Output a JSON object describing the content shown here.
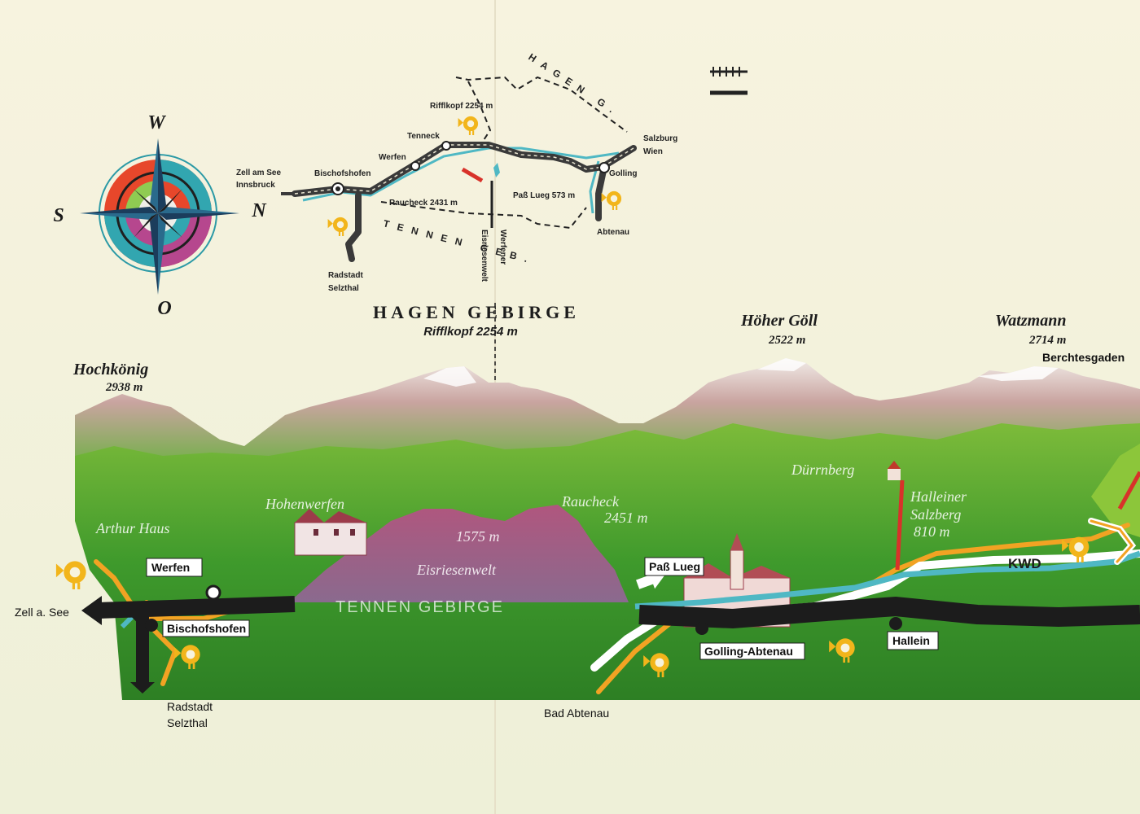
{
  "compass": {
    "top": "W",
    "left": "S",
    "right": "N",
    "bottom": "O"
  },
  "inset_map": {
    "range_label_top": "HAGEN G.",
    "range_label_bottom": "TENNEN GEB.",
    "places": {
      "rifflkopf": "Rifflkopf 2254 m",
      "tenneck": "Tenneck",
      "werfen": "Werfen",
      "bischofshofen": "Bischofshofen",
      "zell_am_see": "Zell am See",
      "innsbruck": "Innsbruck",
      "raucheck": "Raucheck 2431 m",
      "radstadt": "Radstadt",
      "selzthal": "Selzthal",
      "salzburg": "Salzburg",
      "wien": "Wien",
      "golling": "Golling",
      "pass_lueg": "Paß Lueg 573 m",
      "abtenau": "Abtenau",
      "eisriesenwelt_v": "Eisriesenwelt",
      "werfener_v": "Werfener"
    },
    "legend": {
      "railway_icon": "railway-line-icon",
      "road_icon": "road-line-icon"
    }
  },
  "panorama": {
    "range_title": "HAGEN GEBIRGE",
    "range_peak": "Rifflkopf 2254 m",
    "peaks": [
      {
        "name": "Hochkönig",
        "height": "2938 m"
      },
      {
        "name": "Höher Göll",
        "height": "2522 m"
      },
      {
        "name": "Watzmann",
        "height": "2714 m"
      }
    ],
    "berchtesgaden": "Berchtesgaden",
    "painted": {
      "hohenwerfen": "Hohenwerfen",
      "arthur_haus": "Arthur Haus",
      "raucheck": "Raucheck",
      "raucheck_h": "2451 m",
      "eisriesenwelt": "Eisriesenwelt",
      "eis_height": "1575 m",
      "tennengebirge": "TENNEN GEBIRGE",
      "duerrnberg": "Dürrnberg",
      "salzberg_1": "Halleiner",
      "salzberg_2": "Salzberg",
      "salzberg_3": "810 m"
    },
    "stations": {
      "werfen": "Werfen",
      "bischofshofen": "Bischofshofen",
      "pass_lueg": "Paß Lueg",
      "golling": "Golling-Abtenau",
      "hallein": "Hallein"
    },
    "kwd": "KWD",
    "zell": "Zell a. See",
    "radstadt": "Radstadt",
    "selzthal": "Selzthal",
    "bad_abtenau": "Bad Abtenau"
  },
  "colors": {
    "paper": "#f7f3df",
    "meadow": "#3f9a2c",
    "meadow_light": "#8cc63a",
    "rock": "#b07a94",
    "river": "#4fb8c4",
    "rail": "#1c1c1c",
    "road_orange": "#f2a323",
    "cable_red": "#d8322a",
    "post_yellow": "#f2b51b"
  }
}
